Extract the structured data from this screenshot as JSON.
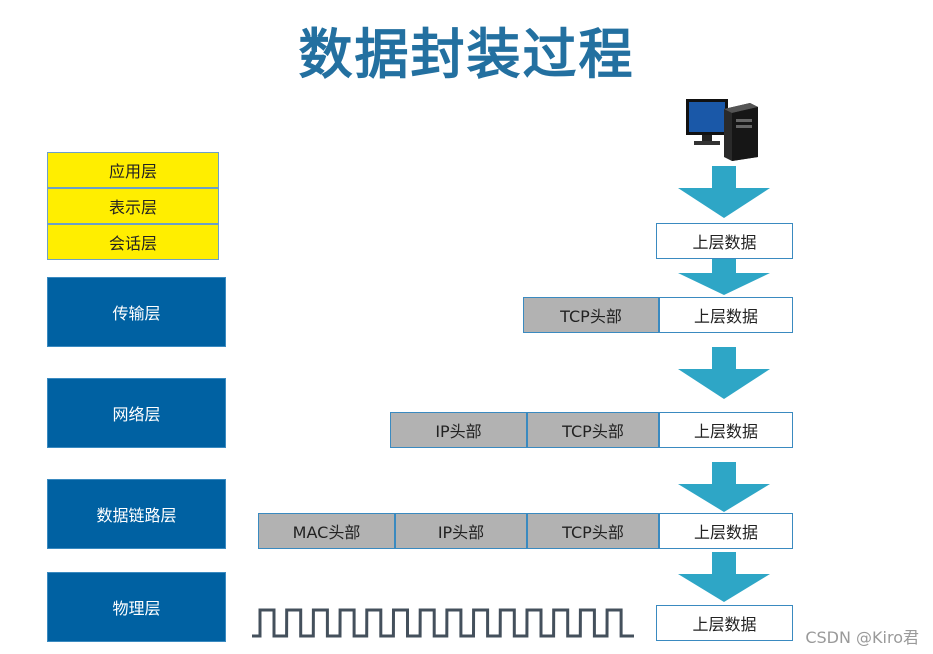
{
  "title": "数据封装过程",
  "layers": {
    "application": "应用层",
    "presentation": "表示层",
    "session": "会话层",
    "transport": "传输层",
    "network": "网络层",
    "datalink": "数据链路层",
    "physical": "物理层"
  },
  "labels": {
    "upper_data": "上层数据",
    "tcp_header": "TCP头部",
    "ip_header": "IP头部",
    "mac_header": "MAC头部"
  },
  "colors": {
    "title": "#2370a0",
    "yellow_layer": "#ffee00",
    "blue_layer": "#0061a2",
    "header_cell": "#b2b2b2",
    "arrow": "#2ea6c6"
  },
  "icons": {
    "computer": "computer-icon",
    "arrow": "down-arrow-icon",
    "signal": "square-wave-icon"
  },
  "watermark": "CSDN @Kiro君"
}
